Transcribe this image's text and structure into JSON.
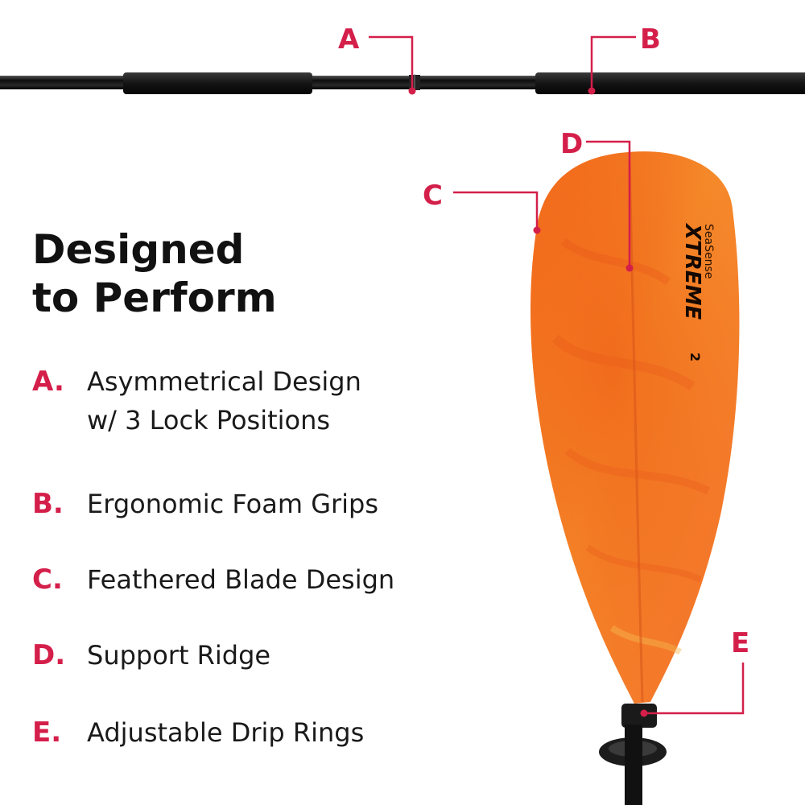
{
  "heading": {
    "line1": "Designed",
    "line2": "to Perform"
  },
  "features": [
    {
      "letter": "A.",
      "line1": "Asymmetrical Design",
      "line2": "w/ 3 Lock Positions"
    },
    {
      "letter": "B.",
      "line1": "Ergonomic Foam Grips",
      "line2": ""
    },
    {
      "letter": "C.",
      "line1": "Feathered Blade Design",
      "line2": ""
    },
    {
      "letter": "D.",
      "line1": "Support Ridge",
      "line2": ""
    },
    {
      "letter": "E.",
      "line1": "Adjustable Drip Rings",
      "line2": ""
    }
  ],
  "callouts": {
    "a": "A",
    "b": "B",
    "c": "C",
    "d": "D",
    "e": "E"
  },
  "brand": {
    "line1": "SeaSense",
    "line2": "XTREME",
    "line3": "2"
  },
  "colors": {
    "accent": "#d41f4a",
    "blade": "#f47d1f",
    "shaft": "#111111"
  }
}
